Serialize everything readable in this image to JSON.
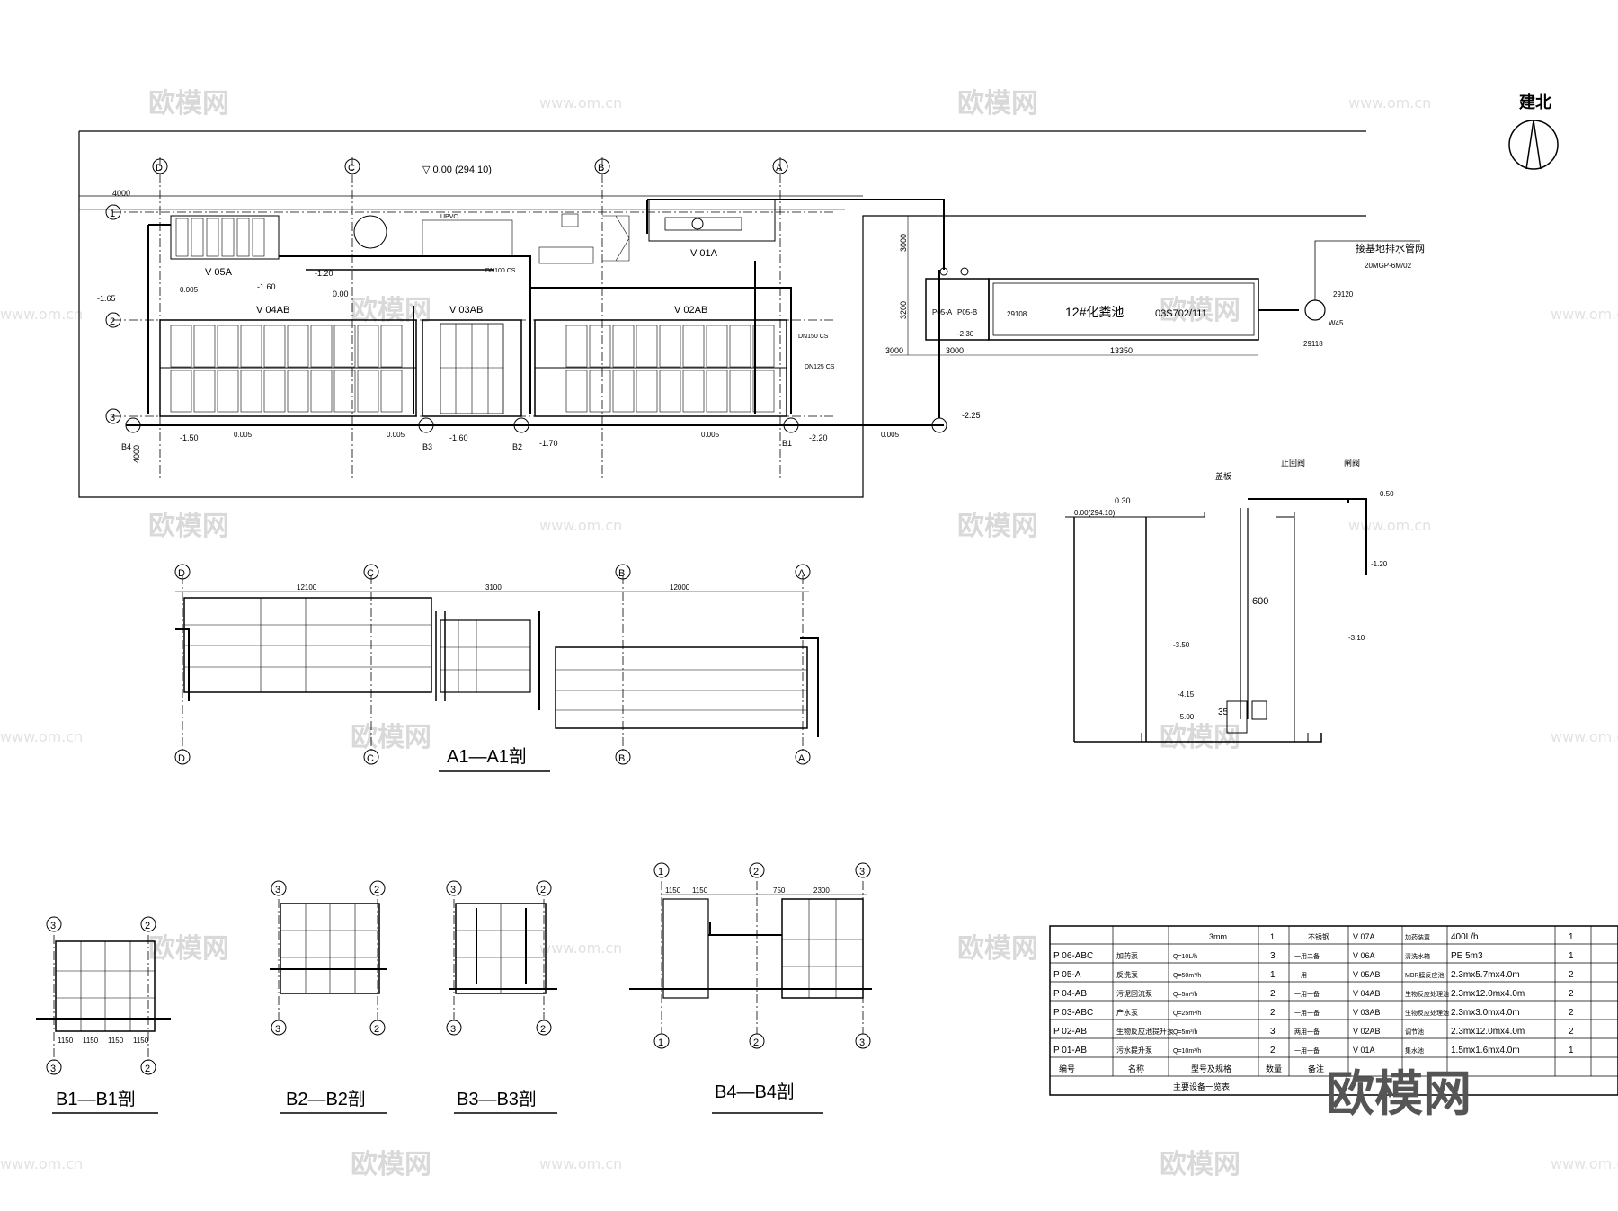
{
  "north": {
    "label": "建北"
  },
  "plan": {
    "axes": [
      "D",
      "C",
      "B",
      "A"
    ],
    "rows": [
      "1",
      "2",
      "3"
    ],
    "elev_title": "▽ 0.00   (294.10)",
    "equip": [
      "V 05A",
      "V 04AB",
      "V 03AB",
      "V 02AB",
      "V 01A"
    ],
    "levels": [
      "-1.65",
      "-1.60",
      "-1.70",
      "-2.20",
      "-1.50",
      "-2.25",
      "0.00",
      "-1.20",
      "-1.60"
    ],
    "markers": [
      "B1",
      "B2",
      "B3",
      "B4",
      "B1",
      "B3"
    ],
    "dims_left": [
      "4000",
      "4000"
    ],
    "pipes": [
      "DN150 CS",
      "DN100 CS",
      "DN125 CS",
      "UPVC"
    ],
    "slopes": [
      "0.005",
      "0.005",
      "0.005",
      "0.005",
      "0.005"
    ],
    "pump_labels": [
      "P05-A",
      "P05-B"
    ],
    "tank_label": "12#化粪池",
    "tank_std": "03S702/111",
    "tank_levels": [
      "29108",
      "-2.30"
    ],
    "tank_dims": [
      "3000",
      "3200",
      "3000",
      "3000",
      "13350"
    ],
    "ext_pipe": "接基地排水管网",
    "ext_code": "20MGP-6M/02",
    "ext_levels": [
      "29120",
      "29118"
    ],
    "manhole": "W45"
  },
  "sections": {
    "a1": {
      "title": "A1—A1剖",
      "dims": [
        "12100",
        "3100",
        "12000"
      ],
      "axes": [
        "D",
        "C",
        "B",
        "A"
      ]
    },
    "b1": {
      "title": "B1—B1剖",
      "axes": [
        "3",
        "2"
      ],
      "dims": [
        "1150",
        "1150",
        "1150",
        "1150"
      ]
    },
    "b2": {
      "title": "B2—B2剖",
      "axes": [
        "3",
        "2"
      ]
    },
    "b3": {
      "title": "B3—B3剖",
      "axes": [
        "3",
        "2"
      ]
    },
    "b4": {
      "title": "B4—B4剖",
      "axes": [
        "1",
        "2",
        "3"
      ],
      "dims": [
        "1150",
        "1150",
        "750",
        "2300"
      ]
    }
  },
  "pit": {
    "labels": [
      "盖板",
      "止回阀",
      "闸阀"
    ],
    "levels": [
      "0.30",
      "0.00(294.10)",
      "0.50",
      "-1.20",
      "-3.50",
      "-3.10",
      "-4.15",
      "-5.00"
    ],
    "dims": [
      "600",
      "35"
    ]
  },
  "table": {
    "title": "主要设备一览表",
    "left_header": [
      "编号",
      "名称",
      "型号及规格",
      "数量",
      "备注"
    ],
    "left_rows": [
      {
        "code": "P 06-ABC",
        "name": "加药泵",
        "spec": "Q=10L/h",
        "qty": "3",
        "note": "一用二备"
      },
      {
        "code": "P 05-A",
        "name": "反洗泵",
        "spec": "Q=50m³/h",
        "qty": "1",
        "note": "一用"
      },
      {
        "code": "P 04-AB",
        "name": "污泥回流泵",
        "spec": "Q=5m³/h",
        "qty": "2",
        "note": "一用一备"
      },
      {
        "code": "P 03-ABC",
        "name": "产水泵",
        "spec": "Q=25m³/h",
        "qty": "2",
        "note": "一用一备"
      },
      {
        "code": "P 02-AB",
        "name": "生物反应池提升泵",
        "spec": "Q=5m³/h",
        "qty": "3",
        "note": "两用一备"
      },
      {
        "code": "P 01-AB",
        "name": "污水提升泵",
        "spec": "Q=10m³/h",
        "qty": "2",
        "note": "一用一备"
      }
    ],
    "right_rows": [
      {
        "code": "V 07A",
        "name": "加药装置",
        "spec": "400L/h",
        "qty": "1"
      },
      {
        "code": "V 06A",
        "name": "清洗水箱",
        "spec": "PE   5m3",
        "qty": "1"
      },
      {
        "code": "V 05AB",
        "name": "MBR膜反应池",
        "spec": "2.3mx5.7mx4.0m",
        "qty": "2"
      },
      {
        "code": "V 04AB",
        "name": "生物反应处理池",
        "spec": "2.3mx12.0mx4.0m",
        "qty": "2"
      },
      {
        "code": "V 03AB",
        "name": "生物反应处理池",
        "spec": "2.3mx3.0mx4.0m",
        "qty": "2"
      },
      {
        "code": "V 02AB",
        "name": "调节池",
        "spec": "2.3mx12.0mx4.0m",
        "qty": "2"
      },
      {
        "code": "V 01A",
        "name": "集水池",
        "spec": "1.5mx1.6mx4.0m",
        "qty": "1"
      }
    ],
    "top_spec": "3mm",
    "top_qty": "1",
    "top_note": "不锈钢"
  },
  "watermark": {
    "brand": "欧模网",
    "url": "www.om.cn"
  }
}
